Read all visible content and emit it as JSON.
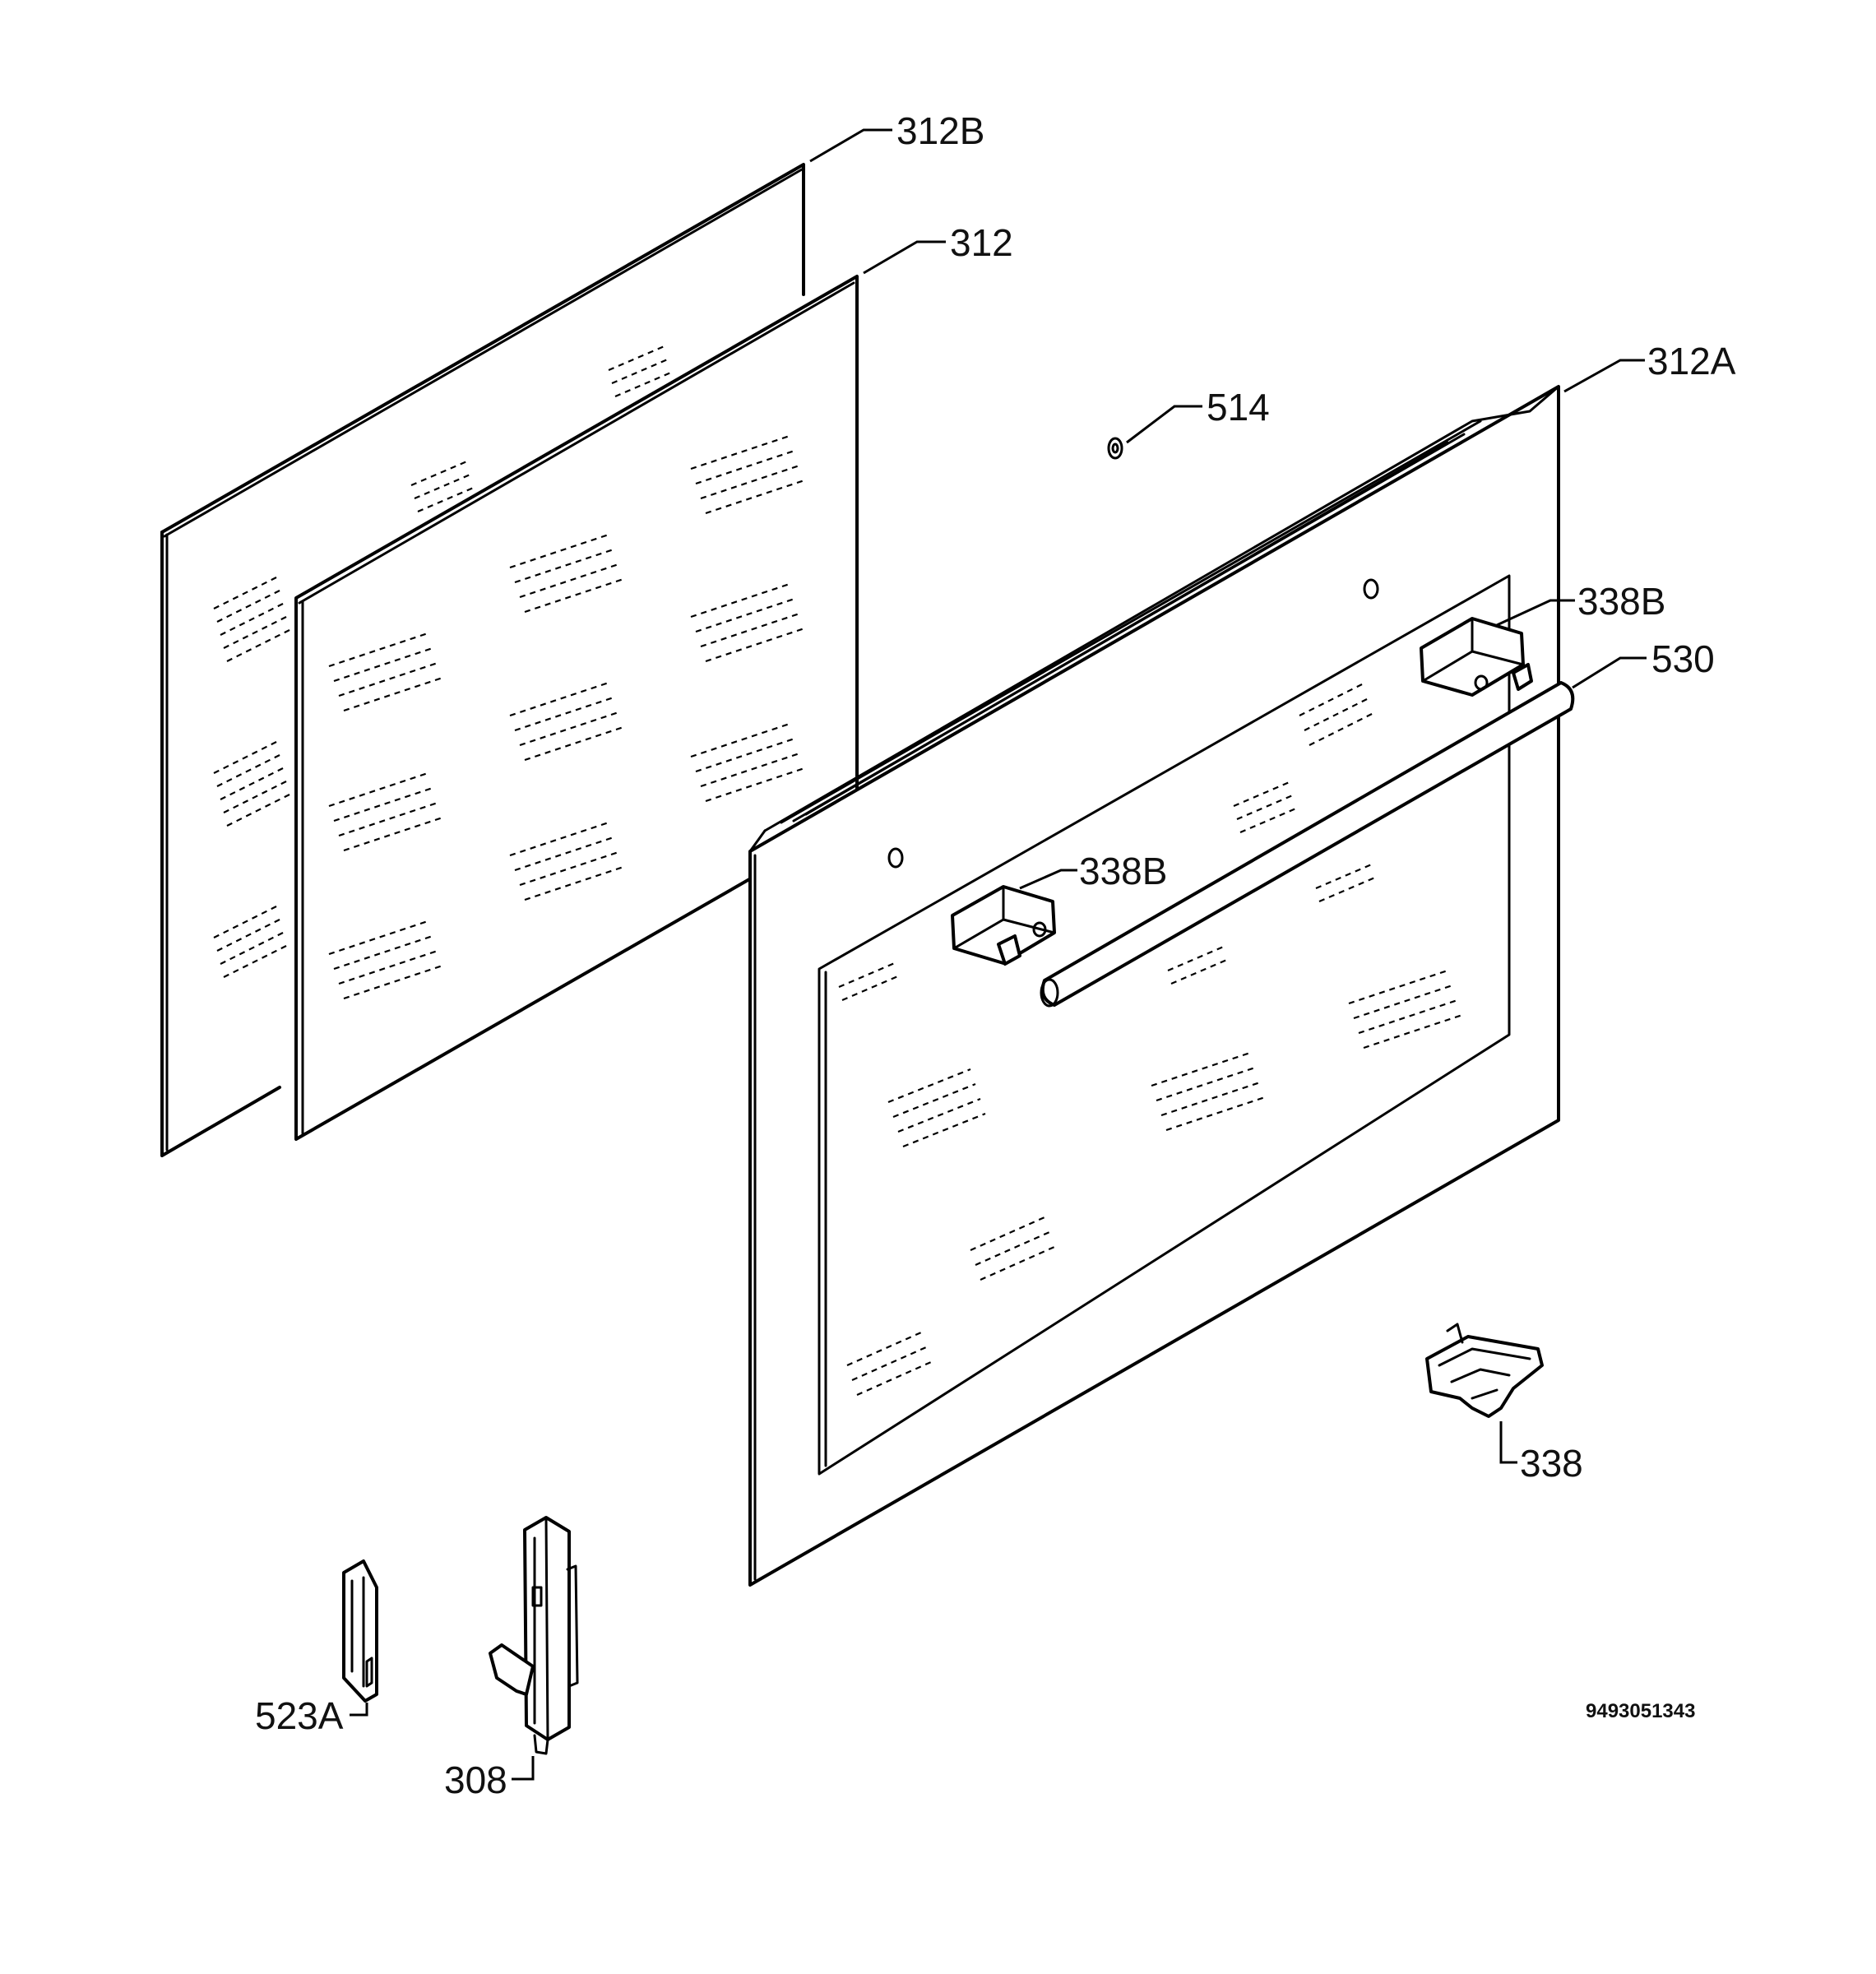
{
  "parts": [
    {
      "id": "p312B",
      "label": "312B"
    },
    {
      "id": "p312",
      "label": "312"
    },
    {
      "id": "p312A",
      "label": "312A"
    },
    {
      "id": "p514",
      "label": "514"
    },
    {
      "id": "p338B_a",
      "label": "338B"
    },
    {
      "id": "p530",
      "label": "530"
    },
    {
      "id": "p338B_b",
      "label": "338B"
    },
    {
      "id": "p338",
      "label": "338"
    },
    {
      "id": "p523A",
      "label": "523A"
    },
    {
      "id": "p308",
      "label": "308"
    }
  ],
  "drawing_number": "9493051343",
  "colors": {
    "line": "#000000",
    "background": "#ffffff"
  }
}
